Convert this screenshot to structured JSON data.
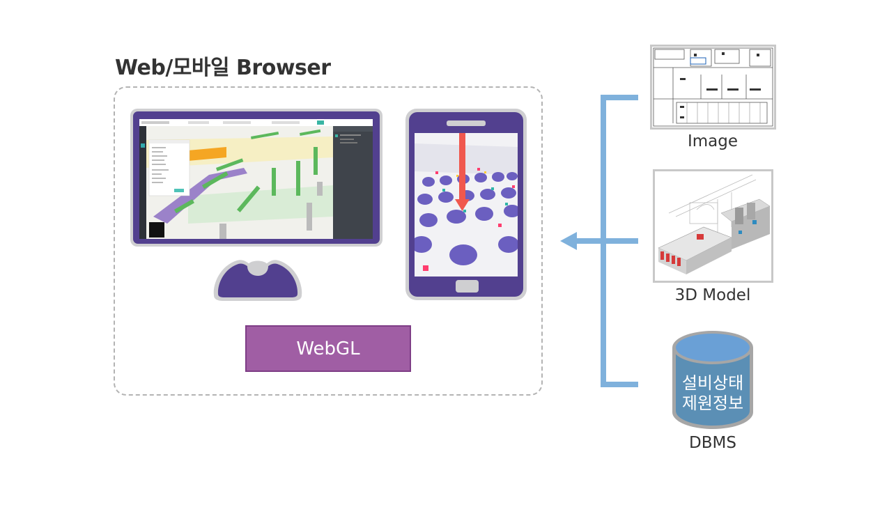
{
  "title": "Web/모바일 Browser",
  "webgl_label": "WebGL",
  "sources": {
    "image_label": "Image",
    "model_label": "3D Model",
    "dbms_label": "DBMS",
    "db_text_line1": "설비상태",
    "db_text_line2": "제원정보"
  },
  "colors": {
    "device_frame": "#52408f",
    "device_border": "#cfcfd1",
    "webgl_fill": "#a05ea4",
    "connector": "#7fb1dc",
    "db_body": "#5b8fb5",
    "db_top": "#6aa0d6"
  },
  "icons": {
    "arrow": "left-arrow-icon"
  }
}
